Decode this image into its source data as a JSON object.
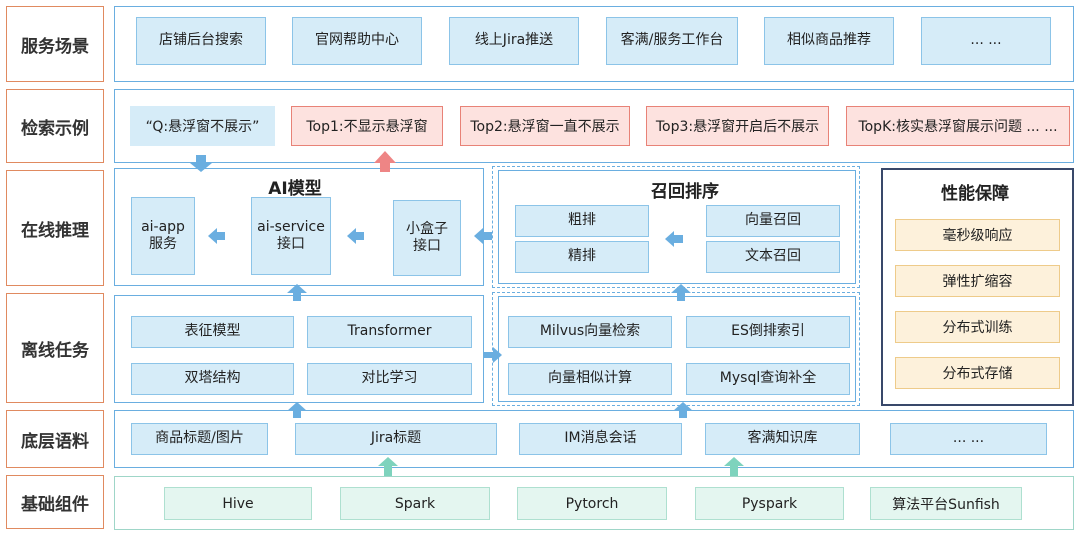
{
  "rows": [
    {
      "label": "服务场景"
    },
    {
      "label": "检索示例"
    },
    {
      "label": "在线推理"
    },
    {
      "label": "离线任务"
    },
    {
      "label": "底层语料"
    },
    {
      "label": "基础组件"
    }
  ],
  "service": [
    "店铺后台搜索",
    "官网帮助中心",
    "线上Jira推送",
    "客满/服务工作台",
    "相似商品推荐",
    "... ..."
  ],
  "search": {
    "query": "“Q:悬浮窗不展示”",
    "results": [
      "Top1:不显示悬浮窗",
      "Top2:悬浮窗一直不展示",
      "Top3:悬浮窗开启后不展示",
      "TopK:核实悬浮窗展示问题 ... ..."
    ]
  },
  "ai_model": {
    "title": "AI模型",
    "app": "ai-app\n服务",
    "service": "ai-service\n接口",
    "box": "小盒子\n接口"
  },
  "recall": {
    "title": "召回排序",
    "rough": "粗排",
    "fine": "精排",
    "vector": "向量召回",
    "text": "文本召回"
  },
  "performance": {
    "title": "性能保障",
    "items": [
      "毫秒级响应",
      "弹性扩缩容",
      "分布式训练",
      "分布式存储"
    ]
  },
  "offline_left": [
    "表征模型",
    "Transformer",
    "双塔结构",
    "对比学习"
  ],
  "offline_right": [
    "Milvus向量检索",
    "ES倒排索引",
    "向量相似计算",
    "Mysql查询补全"
  ],
  "corpus": [
    "商品标题/图片",
    "Jira标题",
    "IM消息会话",
    "客满知识库",
    "... ..."
  ],
  "components": [
    "Hive",
    "Spark",
    "Pytorch",
    "Pyspark",
    "算法平台Sunfish"
  ],
  "colors": {
    "blue": "#6aaee0",
    "red": "#e88277",
    "green": "#7ed3bd",
    "orange": "#e08a60"
  }
}
